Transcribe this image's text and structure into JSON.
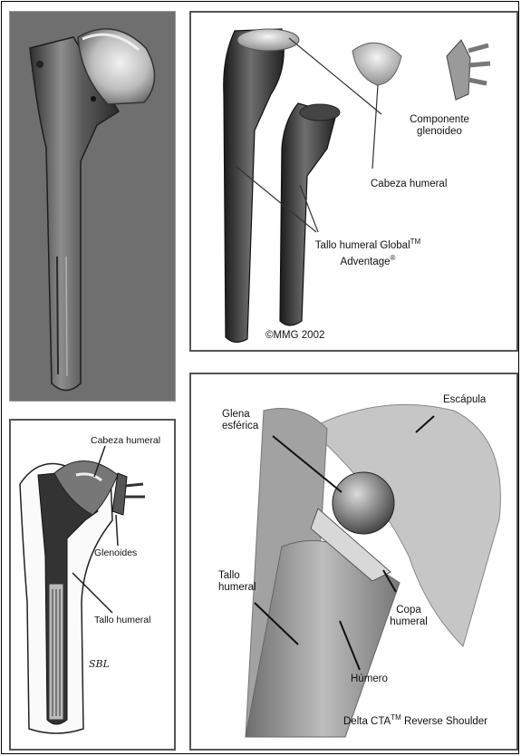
{
  "panel_top_right": {
    "labels": {
      "glenoid_component_line1": "Componente",
      "glenoid_component_line2": "glenoideo",
      "humeral_head": "Cabeza humeral",
      "stem_line1": "Tallo humeral Global",
      "stem_line1_tm": "TM",
      "stem_line2": "Adventage",
      "stem_line2_reg": "®",
      "copyright": "©MMG 2002"
    }
  },
  "panel_bottom_left": {
    "labels": {
      "humeral_head": "Cabeza humeral",
      "glenoids": "Glenoides",
      "stem": "Tallo humeral",
      "signature": "SBL"
    }
  },
  "panel_bottom_right": {
    "labels": {
      "scapula": "Escápula",
      "glena_line1": "Glena",
      "glena_line2": "esférica",
      "stem_line1": "Tallo",
      "stem_line2": "humeral",
      "cup_line1": "Copa",
      "cup_line2": "humeral",
      "humerus": "Húmero",
      "caption": "Delta CTA",
      "caption_tm": "TM",
      "caption_tail": " Reverse  Shoulder"
    }
  }
}
